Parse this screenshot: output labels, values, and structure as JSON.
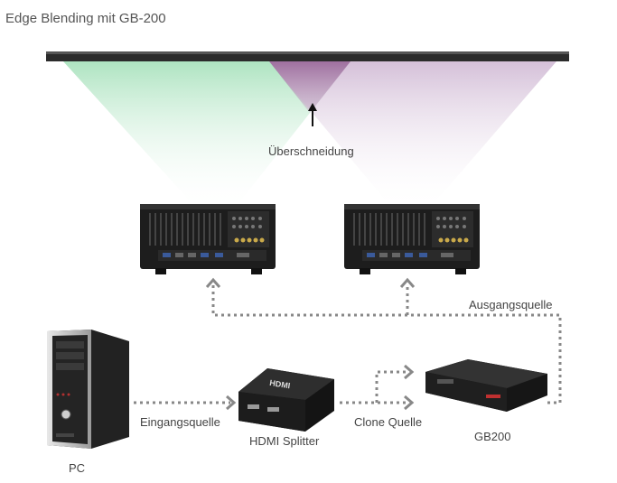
{
  "title": "Edge Blending mit GB-200",
  "labels": {
    "overlap": "Überschneidung",
    "output_source": "Ausgangsquelle",
    "input_source": "Eingangsquelle",
    "clone_source": "Clone Quelle",
    "pc": "PC",
    "splitter": "HDMI Splitter",
    "gb200": "GB200",
    "hdmi_logo": "HDMI"
  },
  "colors": {
    "left_beam": "#b8e8c8",
    "right_beam": "#d8c4dc",
    "overlap": "#a880a8",
    "screen": "#2a2a2a",
    "device": "#1b1b1b",
    "connector": "#888888"
  }
}
